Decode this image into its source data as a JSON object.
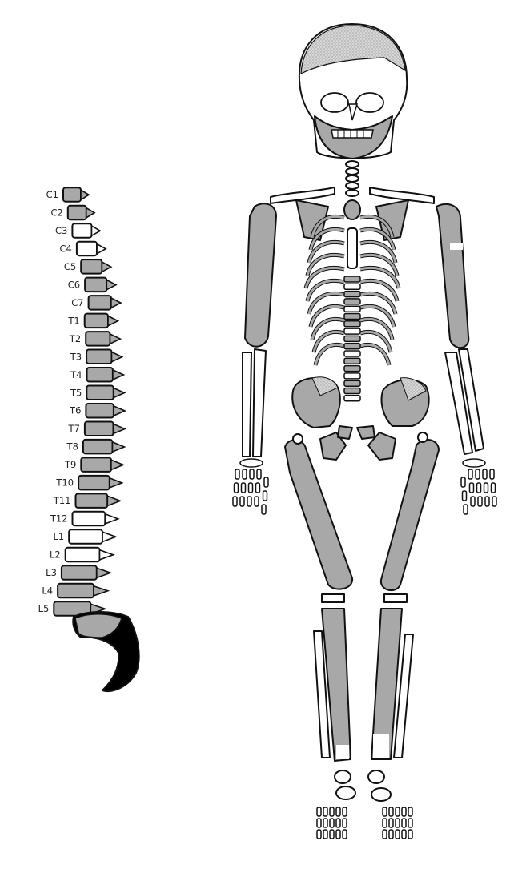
{
  "colors": {
    "preserved": "#a8a8a8",
    "absent": "#ffffff",
    "outline": "#111111",
    "hatch": "#c8c8c8"
  },
  "spine": {
    "vertebrae": [
      {
        "label": "C1",
        "preserved": true
      },
      {
        "label": "C2",
        "preserved": true
      },
      {
        "label": "C3",
        "preserved": false
      },
      {
        "label": "C4",
        "preserved": false
      },
      {
        "label": "C5",
        "preserved": true
      },
      {
        "label": "C6",
        "preserved": true
      },
      {
        "label": "C7",
        "preserved": true
      },
      {
        "label": "T1",
        "preserved": true
      },
      {
        "label": "T2",
        "preserved": true
      },
      {
        "label": "T3",
        "preserved": true
      },
      {
        "label": "T4",
        "preserved": true
      },
      {
        "label": "T5",
        "preserved": true
      },
      {
        "label": "T6",
        "preserved": true
      },
      {
        "label": "T7",
        "preserved": true
      },
      {
        "label": "T8",
        "preserved": true
      },
      {
        "label": "T9",
        "preserved": true
      },
      {
        "label": "T10",
        "preserved": true
      },
      {
        "label": "T11",
        "preserved": true
      },
      {
        "label": "T12",
        "preserved": false
      },
      {
        "label": "L1",
        "preserved": false
      },
      {
        "label": "L2",
        "preserved": false
      },
      {
        "label": "L3",
        "preserved": true
      },
      {
        "label": "L4",
        "preserved": true
      },
      {
        "label": "L5",
        "preserved": true
      }
    ],
    "sacrum_preserved": true
  },
  "skeleton": {
    "skull_preserved": true,
    "ribs_preserved": true,
    "arms_preserved": true,
    "pelvis_preserved": true,
    "legs_preserved": true
  }
}
